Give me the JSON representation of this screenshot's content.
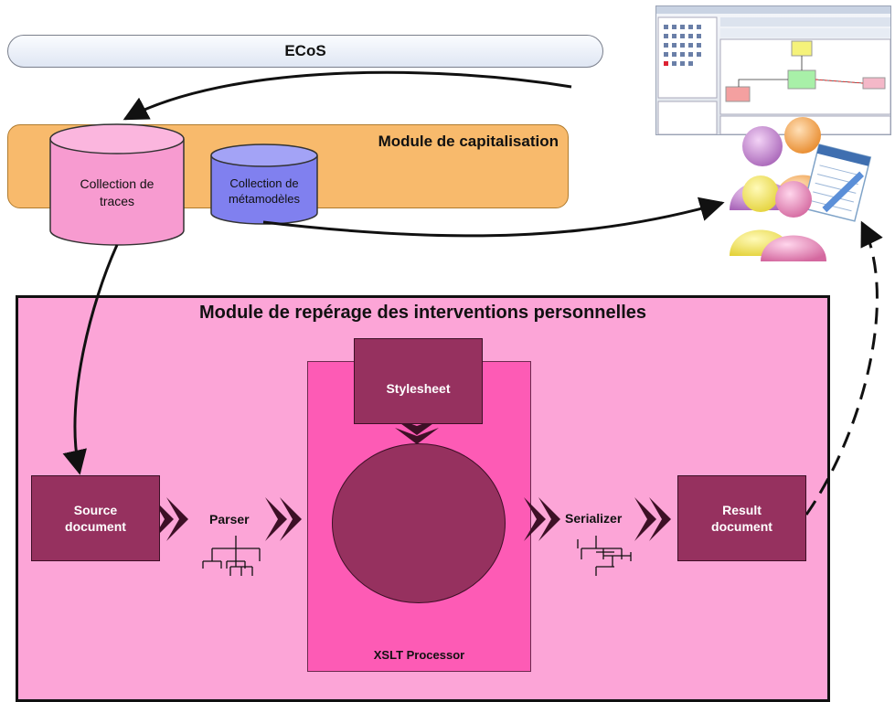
{
  "ecos": {
    "label": "ECoS"
  },
  "capitalisation": {
    "title": "Module de capitalisation",
    "traces_line1": "Collection de",
    "traces_line2": "traces",
    "meta_line1": "Collection de",
    "meta_line2": "métamodèles"
  },
  "reperage": {
    "title": "Module de repérage des interventions personnelles",
    "source_line1": "Source",
    "source_line2": "document",
    "parser": "Parser",
    "stylesheet": "Stylesheet",
    "serializer": "Serializer",
    "result_line1": "Result",
    "result_line2": "document",
    "processor": "XSLT Processor"
  },
  "icons": [
    "editor-screenshot-icon",
    "users-group-icon",
    "notepad-icon",
    "tree-icon"
  ],
  "colors": {
    "capitalisation_fill": "#f8ba6c",
    "traces_fill": "#f79bd0",
    "meta_fill": "#8080ef",
    "reperage_fill": "#fca5d7",
    "processor_fill": "#fd5bb5",
    "node_fill": "#96315f"
  }
}
